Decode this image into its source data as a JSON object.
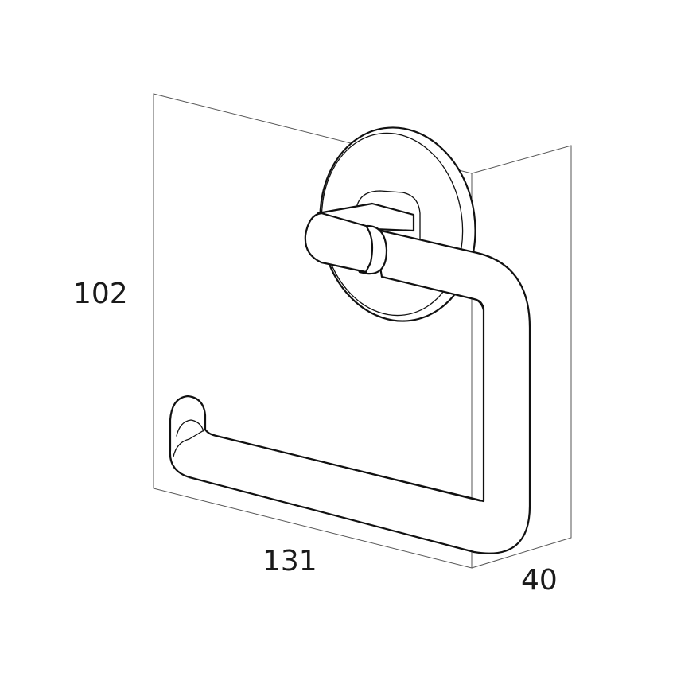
{
  "dimensions": {
    "height": "102",
    "width": "131",
    "depth": "40"
  },
  "colors": {
    "line": "#111111",
    "box": "#555555",
    "background": "#ffffff"
  }
}
